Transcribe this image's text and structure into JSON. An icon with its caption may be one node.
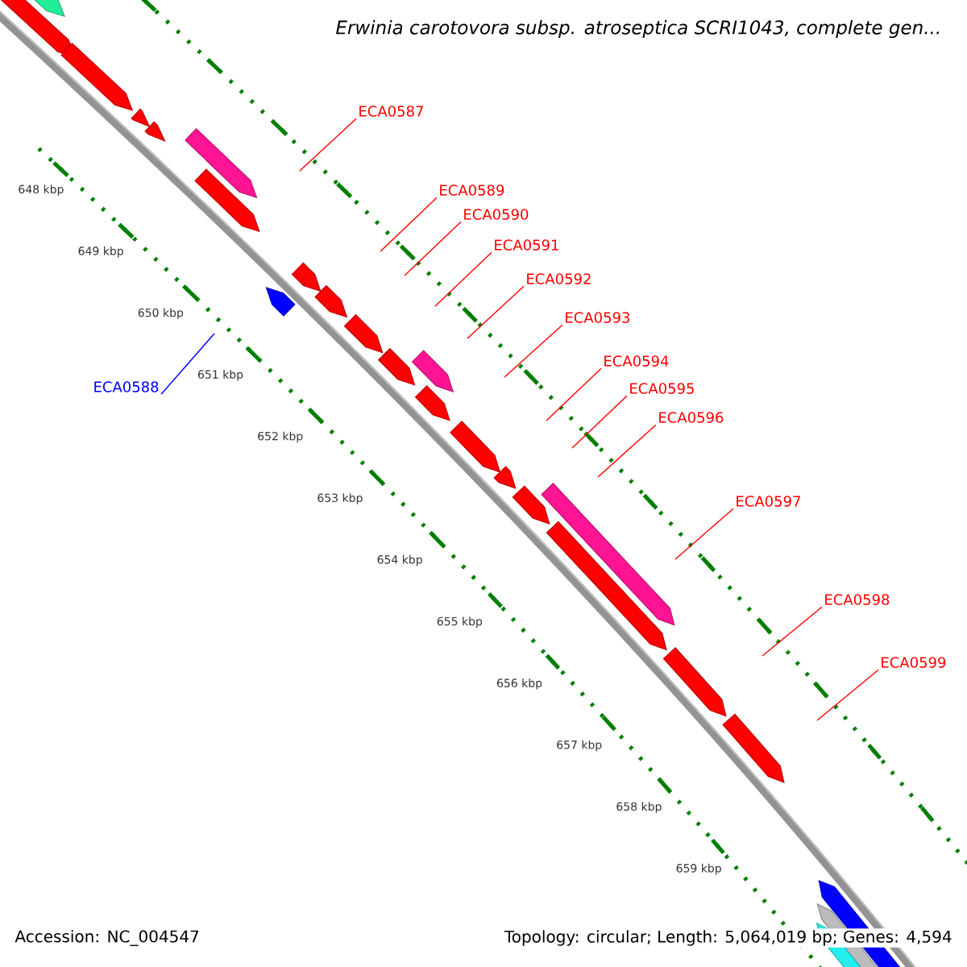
{
  "diagram": {
    "title": "Erwinia carotovora subsp. atroseptica SCRI1043, complete gen...",
    "nodes": [
      {
        "text": [
          "ECA0587"
        ]
      },
      {
        "text": [
          "ECA0589"
        ]
      },
      {
        "text": [
          "ECA0590"
        ]
      },
      {
        "text": [
          "ECA0591"
        ]
      },
      {
        "text": [
          "ECA0592"
        ]
      },
      {
        "text": [
          "ECA0593"
        ]
      },
      {
        "text": [
          "ECA0594"
        ]
      },
      {
        "text": [
          "ECA0595"
        ]
      },
      {
        "text": [
          "ECA0596"
        ]
      },
      {
        "text": [
          "ECA0597"
        ]
      },
      {
        "text": [
          "ECA0598"
        ]
      },
      {
        "text": [
          "ECA0599"
        ]
      },
      {
        "text": [
          "ECA0588"
        ]
      }
    ],
    "edges": [
      {
        "from": 0,
        "to": null,
        "arrow": "none"
      },
      {
        "from": 1,
        "to": null,
        "arrow": "none"
      },
      {
        "from": 2,
        "to": null,
        "arrow": "none"
      },
      {
        "from": 3,
        "to": null,
        "arrow": "none"
      },
      {
        "from": 4,
        "to": null,
        "arrow": "none"
      },
      {
        "from": 5,
        "to": null,
        "arrow": "none"
      },
      {
        "from": 6,
        "to": null,
        "arrow": "none"
      },
      {
        "from": 7,
        "to": null,
        "arrow": "none"
      },
      {
        "from": 8,
        "to": null,
        "arrow": "none"
      },
      {
        "from": 9,
        "to": null,
        "arrow": "none"
      },
      {
        "from": 10,
        "to": null,
        "arrow": "none"
      },
      {
        "from": 11,
        "to": null,
        "arrow": "none"
      },
      {
        "from": 12,
        "to": null,
        "arrow": "none",
        "color": "#0000ff"
      }
    ],
    "labels": [
      "648 kbp",
      "649 kbp",
      "650 kbp",
      "651 kbp",
      "652 kbp",
      "653 kbp",
      "654 kbp",
      "655 kbp",
      "656 kbp",
      "657 kbp",
      "658 kbp",
      "659 kbp",
      "Accession: NC_004547",
      "Topology: circular; Length: 5,064,019 bp; Genes: 4,594"
    ]
  }
}
